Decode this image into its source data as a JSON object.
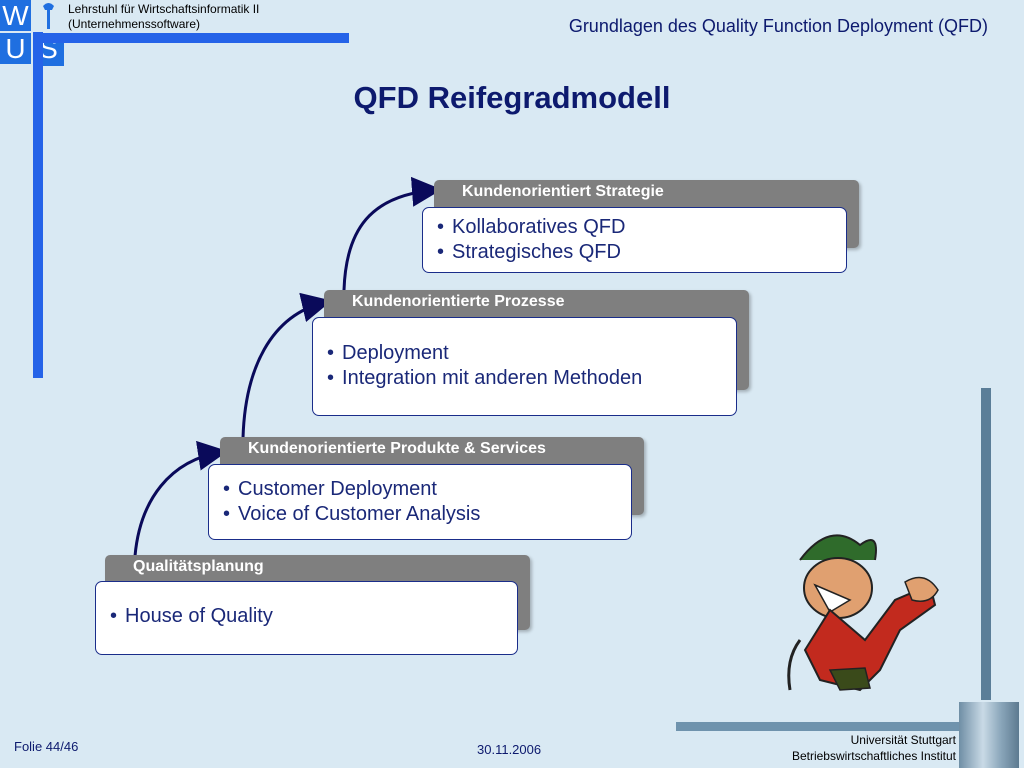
{
  "logo": {
    "letters": [
      "W",
      "U",
      "S"
    ]
  },
  "header": {
    "lehrstuhl_line1": "Lehrstuhl für Wirtschaftsinformatik II",
    "lehrstuhl_line2": "(Unternehmenssoftware)",
    "title": "Grundlagen des Quality Function Deployment (QFD)"
  },
  "slide_title": "QFD Reifegradmodell",
  "stages": [
    {
      "title": "Qualitätsplanung",
      "items": [
        "House of Quality"
      ]
    },
    {
      "title": "Kundenorientierte Produkte & Services",
      "items": [
        "Customer Deployment",
        "Voice of Customer Analysis"
      ]
    },
    {
      "title": "Kundenorientierte Prozesse",
      "items": [
        "Deployment",
        "Integration mit anderen Methoden"
      ]
    },
    {
      "title": "Kundenorientiert Strategie",
      "items": [
        "Kollaboratives QFD",
        "Strategisches QFD"
      ]
    }
  ],
  "footer": {
    "folie": "Folie 44/46",
    "date": "30.11.2006",
    "uni_line1": "Universität Stuttgart",
    "uni_line2": "Betriebswirtschaftliches Institut"
  },
  "colors": {
    "background": "#d9e9f3",
    "accent_blue": "#2563e8",
    "title_navy": "#0d1a6e",
    "stage_back": "#7f7f7f"
  }
}
